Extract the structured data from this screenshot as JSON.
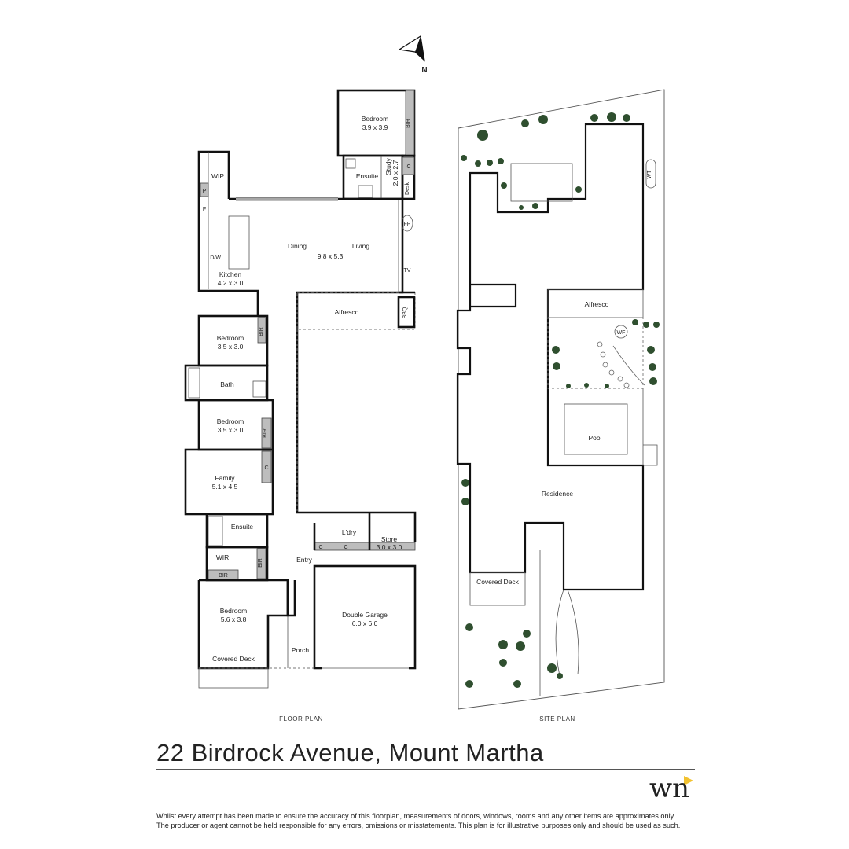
{
  "north_label": "N",
  "floor_plan": {
    "caption": "FLOOR PLAN",
    "rooms": [
      {
        "key": "bed1",
        "name": "Bedroom",
        "dims": "3.9 x 3.9"
      },
      {
        "key": "study",
        "name": "Study",
        "dims": "2.0 x 2.7"
      },
      {
        "key": "ensuite1",
        "name": "Ensuite"
      },
      {
        "key": "wip",
        "name": "WIP"
      },
      {
        "key": "dining",
        "name": "Dining"
      },
      {
        "key": "living",
        "name": "Living",
        "dims": "9.8 x 5.3"
      },
      {
        "key": "kitchen",
        "name": "Kitchen",
        "dims": "4.2 x 3.0"
      },
      {
        "key": "alfresco",
        "name": "Alfresco"
      },
      {
        "key": "bed2",
        "name": "Bedroom",
        "dims": "3.5 x 3.0"
      },
      {
        "key": "bath",
        "name": "Bath"
      },
      {
        "key": "bed3",
        "name": "Bedroom",
        "dims": "3.5 x 3.0"
      },
      {
        "key": "family",
        "name": "Family",
        "dims": "5.1 x 4.5"
      },
      {
        "key": "ensuite2",
        "name": "Ensuite"
      },
      {
        "key": "wir",
        "name": "WIR"
      },
      {
        "key": "bed4",
        "name": "Bedroom",
        "dims": "5.6 x 3.8"
      },
      {
        "key": "deck",
        "name": "Covered Deck"
      },
      {
        "key": "porch",
        "name": "Porch"
      },
      {
        "key": "entry",
        "name": "Entry"
      },
      {
        "key": "laundry",
        "name": "L'dry"
      },
      {
        "key": "store",
        "name": "Store",
        "dims": "3.0 x 3.0"
      },
      {
        "key": "garage",
        "name": "Double Garage",
        "dims": "6.0 x 6.0"
      }
    ],
    "fixtures": {
      "bir": "BIR",
      "c": "C",
      "desk": "Desk",
      "fp": "FP",
      "tv": "TV",
      "bbq": "BBQ",
      "p": "P",
      "f": "F",
      "dw": "D/W"
    }
  },
  "site_plan": {
    "caption": "SITE PLAN",
    "labels": {
      "alfresco": "Alfresco",
      "pool": "Pool",
      "residence": "Residence",
      "deck": "Covered Deck",
      "wf": "WF",
      "wt": "WT"
    }
  },
  "title": "22 Birdrock Avenue, Mount Martha",
  "logo_text": "wn",
  "disclaimer": [
    "Whilst every attempt has been made to ensure the accuracy of this floorplan, measurements of doors, windows, rooms and any other items are approximates only.",
    "The producer or agent cannot be held responsible for any errors, omissions or misstatements. This plan is for illustrative purposes only and should be used as such."
  ],
  "colors": {
    "accent": "#f2c230",
    "walls": "#111111",
    "fixture_fill": "#bdbdbd"
  }
}
